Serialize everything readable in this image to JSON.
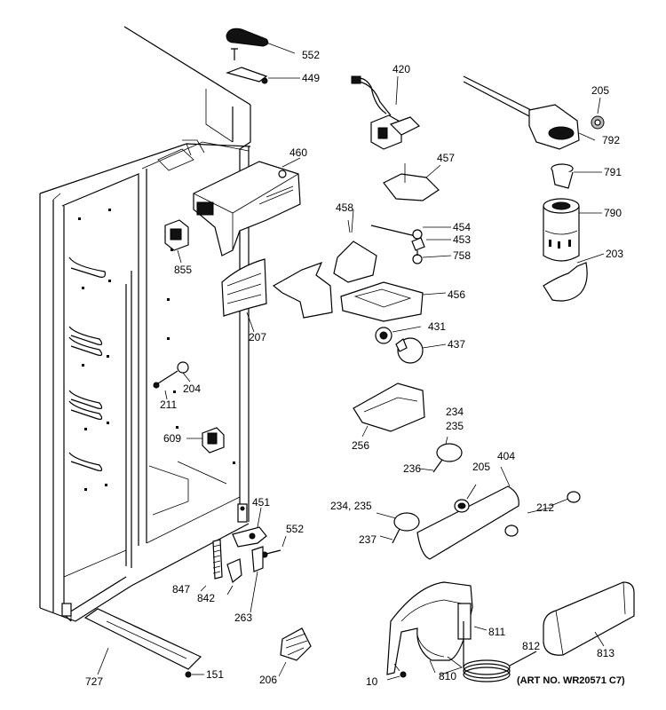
{
  "diagram": {
    "art_number": "(ART NO. WR20571 C7)",
    "callouts": [
      {
        "id": "c552a",
        "text": "552"
      },
      {
        "id": "c449",
        "text": "449"
      },
      {
        "id": "c420",
        "text": "420"
      },
      {
        "id": "c205a",
        "text": "205"
      },
      {
        "id": "c792",
        "text": "792"
      },
      {
        "id": "c791",
        "text": "791"
      },
      {
        "id": "c790",
        "text": "790"
      },
      {
        "id": "c203",
        "text": "203"
      },
      {
        "id": "c460",
        "text": "460"
      },
      {
        "id": "c457",
        "text": "457"
      },
      {
        "id": "c458",
        "text": "458"
      },
      {
        "id": "c454",
        "text": "454"
      },
      {
        "id": "c453",
        "text": "453"
      },
      {
        "id": "c758",
        "text": "758"
      },
      {
        "id": "c456",
        "text": "456"
      },
      {
        "id": "c855",
        "text": "855"
      },
      {
        "id": "c207",
        "text": "207"
      },
      {
        "id": "c431",
        "text": "431"
      },
      {
        "id": "c437",
        "text": "437"
      },
      {
        "id": "c204",
        "text": "204"
      },
      {
        "id": "c211",
        "text": "211"
      },
      {
        "id": "c234a",
        "text": "234"
      },
      {
        "id": "c235a",
        "text": "235"
      },
      {
        "id": "c256",
        "text": "256"
      },
      {
        "id": "c609",
        "text": "609"
      },
      {
        "id": "c236",
        "text": "236"
      },
      {
        "id": "c404",
        "text": "404"
      },
      {
        "id": "c205b",
        "text": "205"
      },
      {
        "id": "c234235",
        "text": "234, 235"
      },
      {
        "id": "c212",
        "text": "212"
      },
      {
        "id": "c451",
        "text": "451"
      },
      {
        "id": "c552b",
        "text": "552"
      },
      {
        "id": "c237",
        "text": "237"
      },
      {
        "id": "c847",
        "text": "847"
      },
      {
        "id": "c842",
        "text": "842"
      },
      {
        "id": "c263",
        "text": "263"
      },
      {
        "id": "c811",
        "text": "811"
      },
      {
        "id": "c812",
        "text": "812"
      },
      {
        "id": "c813",
        "text": "813"
      },
      {
        "id": "c727",
        "text": "727"
      },
      {
        "id": "c151",
        "text": "151"
      },
      {
        "id": "c206",
        "text": "206"
      },
      {
        "id": "c10",
        "text": "10"
      },
      {
        "id": "c810",
        "text": "810"
      }
    ]
  }
}
